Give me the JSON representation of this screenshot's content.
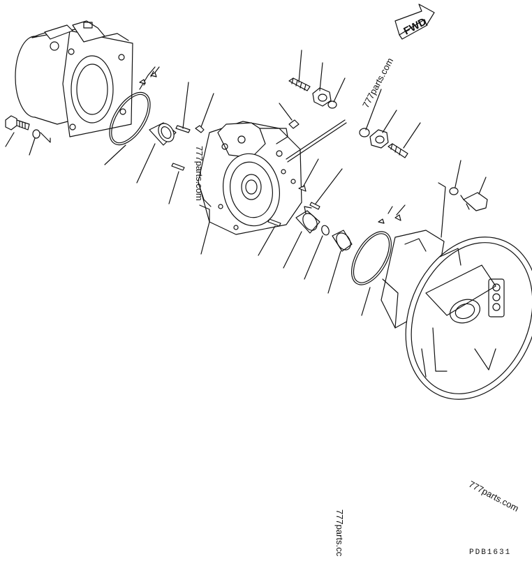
{
  "diagram": {
    "type": "exploded parts diagram",
    "direction_label": "FWD",
    "watermarks": [
      "777parts.com",
      "777parts.com",
      "777parts.com",
      "777parts.cc"
    ],
    "drawing_code": "PDB1631"
  },
  "colors": {
    "line": "#111111",
    "background": "#ffffff"
  }
}
